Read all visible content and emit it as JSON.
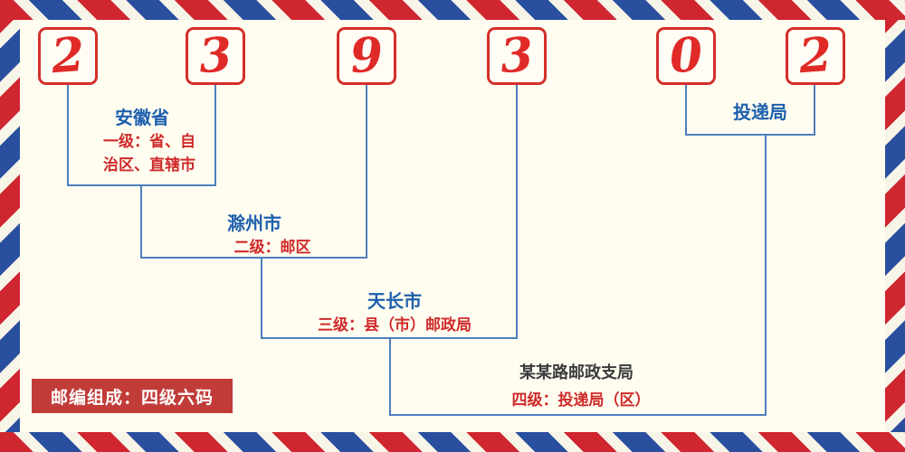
{
  "postal_code": {
    "digits": [
      "2",
      "3",
      "9",
      "3",
      "0",
      "2"
    ]
  },
  "labels": {
    "level1_place": "安徽省",
    "level1_desc": "一级：省、自治区、直辖市",
    "level2_place": "滁州市",
    "level2_desc": "二级：邮区",
    "level3_place": "天长市",
    "level3_desc": "三级：县（市）邮政局",
    "level4_place": "某某路邮政支局",
    "level4_desc": "四级：投递局（区）",
    "delivery_office": "投递局",
    "badge": "邮编组成：四级六码"
  },
  "colors": {
    "digit_red": "#e02a28",
    "box_border_red": "#d42f2a",
    "place_blue": "#1e5fae",
    "desc_red": "#cf2a2a",
    "line_blue": "#4d7fbe",
    "badge_bg": "#c13c38",
    "stripe_red": "#cf2630",
    "stripe_blue": "#2a4f9f",
    "background": "#fffdf0"
  }
}
